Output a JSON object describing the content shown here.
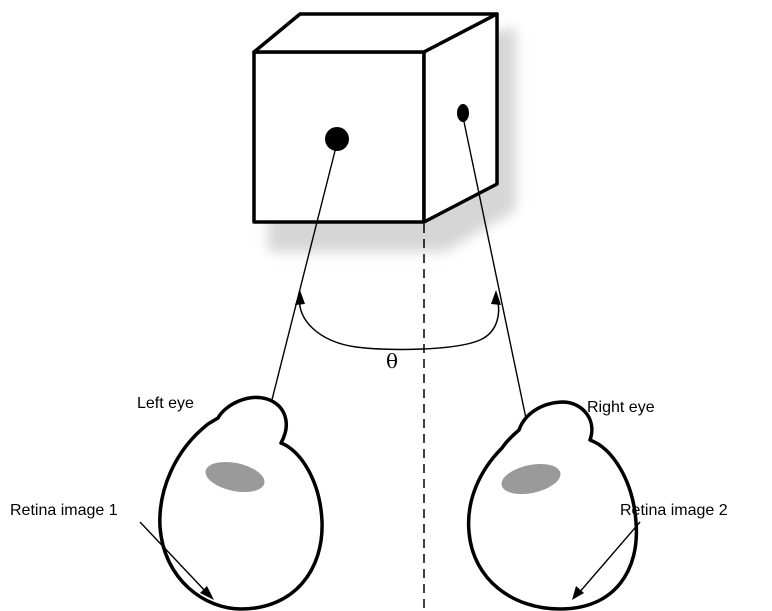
{
  "labels": {
    "theta": "θ",
    "left_eye": "Left eye",
    "right_eye": "Right eye",
    "retina_image_1": "Retina image 1",
    "retina_image_2": "Retina image 2"
  },
  "colors": {
    "stroke": "#000000",
    "shadow": "#d6d6d6",
    "lens": "#9a9a9a",
    "background": "#ffffff"
  }
}
